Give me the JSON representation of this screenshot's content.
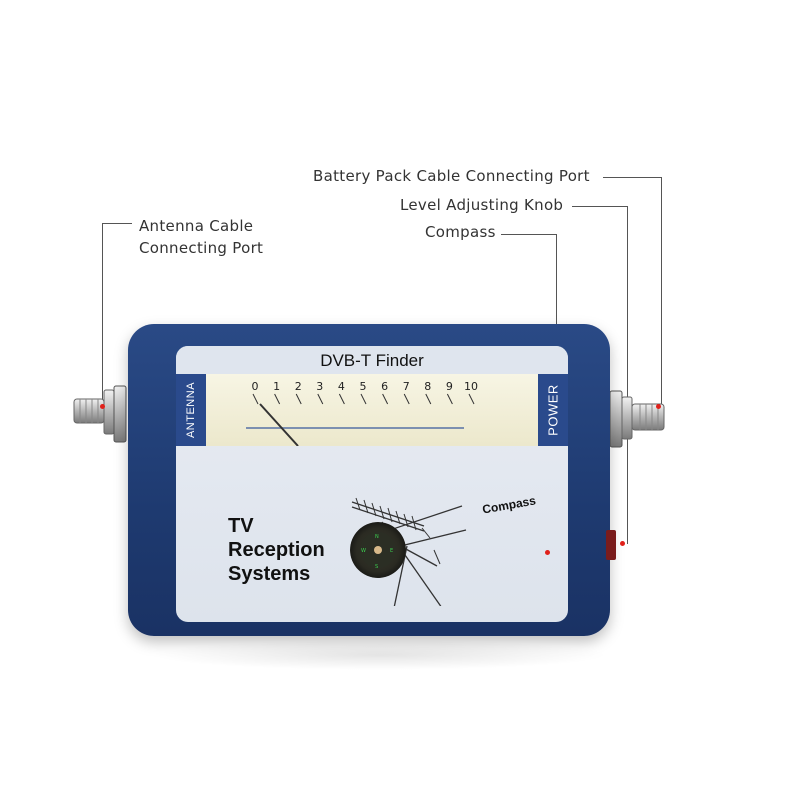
{
  "callouts": {
    "battery_port": "Battery Pack Cable Connecting Port",
    "level_knob": "Level Adjusting Knob",
    "compass": "Compass",
    "antenna_port_line1": "Antenna Cable",
    "antenna_port_line2": "Connecting Port"
  },
  "device": {
    "title": "DVB-T Finder",
    "left_label": "ANTENNA",
    "right_label": "POWER",
    "meter_scale": [
      "0",
      "1",
      "2",
      "3",
      "4",
      "5",
      "6",
      "7",
      "8",
      "9",
      "10"
    ],
    "body_text_line1": "TV",
    "body_text_line2": "Reception",
    "body_text_line3": "Systems",
    "compass_label": "Compass",
    "body_color": "#1e3a70",
    "face_color": "#e3e8f0",
    "accent_red": "#e0201a"
  }
}
